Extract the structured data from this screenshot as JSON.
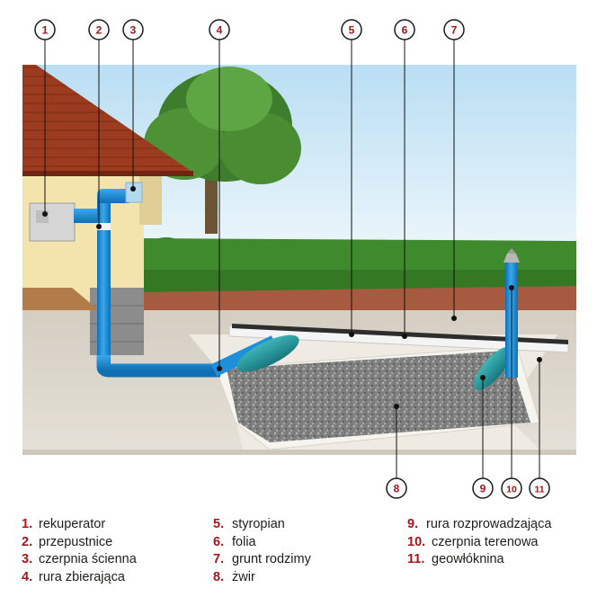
{
  "callouts": [
    {
      "num": "1"
    },
    {
      "num": "2"
    },
    {
      "num": "3"
    },
    {
      "num": "4"
    },
    {
      "num": "5"
    },
    {
      "num": "6"
    },
    {
      "num": "7"
    },
    {
      "num": "8"
    },
    {
      "num": "9"
    },
    {
      "num": "10"
    },
    {
      "num": "11"
    }
  ],
  "legend": [
    {
      "num": "1.",
      "label": "rekuperator"
    },
    {
      "num": "2.",
      "label": "przepustnice"
    },
    {
      "num": "3.",
      "label": "czerpnia ścienna"
    },
    {
      "num": "4.",
      "label": "rura zbierająca"
    },
    {
      "num": "5.",
      "label": "styropian"
    },
    {
      "num": "6.",
      "label": "folia"
    },
    {
      "num": "7.",
      "label": "grunt rodzimy"
    },
    {
      "num": "8.",
      "label": "żwir"
    },
    {
      "num": "9.",
      "label": "rura rozprowadzająca"
    },
    {
      "num": "10.",
      "label": "czerpnia terenowa"
    },
    {
      "num": "11.",
      "label": "geowłóknina"
    }
  ],
  "colors": {
    "accent": "#a3161c",
    "pipe": "#1e8fd8",
    "sky": "#c9e6f6",
    "grass": "#3f8a2c",
    "gravel": "#8e8e8e"
  }
}
